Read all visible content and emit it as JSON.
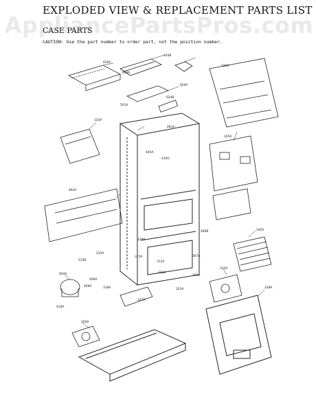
{
  "header": {
    "title": "EXPLODED VIEW & REPLACEMENT PARTS LIST",
    "subtitle": "CASE PARTS",
    "caution": "CAUTION: Use the part number to order part, not the position number."
  },
  "watermark": "AppliancePartsPros.com",
  "callouts": [
    "626A",
    "624A",
    "103B",
    "620A",
    "624B",
    "120A",
    "501A",
    "125A",
    "281A",
    "105A",
    "402A",
    "405A",
    "410G",
    "290B",
    "128A",
    "215A",
    "135B",
    "315A",
    "312A",
    "307A",
    "145A",
    "321A",
    "101A",
    "404A",
    "406A",
    "409A",
    "318A",
    "416A",
    "320A",
    "327A",
    "323A",
    "332A",
    "328A"
  ]
}
